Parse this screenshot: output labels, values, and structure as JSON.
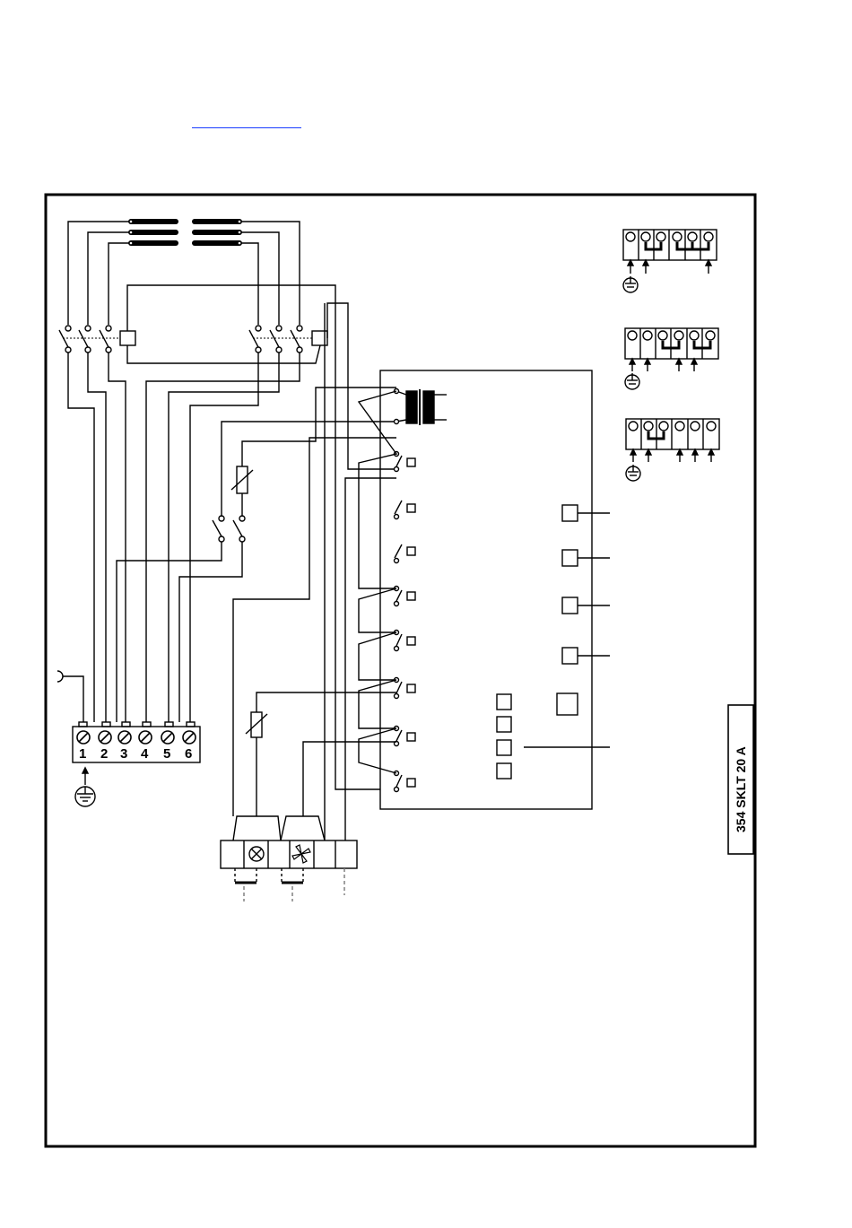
{
  "terminal_block": {
    "numbers": [
      "1",
      "2",
      "3",
      "4",
      "5",
      "6"
    ]
  },
  "code_label": "354   SKLT 20 A",
  "link": {
    "text": ""
  },
  "colors": {
    "ink": "#000000",
    "link": "#1a3cff",
    "bg": "#ffffff"
  },
  "icons": [
    "earth-ground-icon",
    "fan-icon",
    "lamp-icon",
    "fuse-icon",
    "transformer-icon",
    "switch-icon"
  ]
}
